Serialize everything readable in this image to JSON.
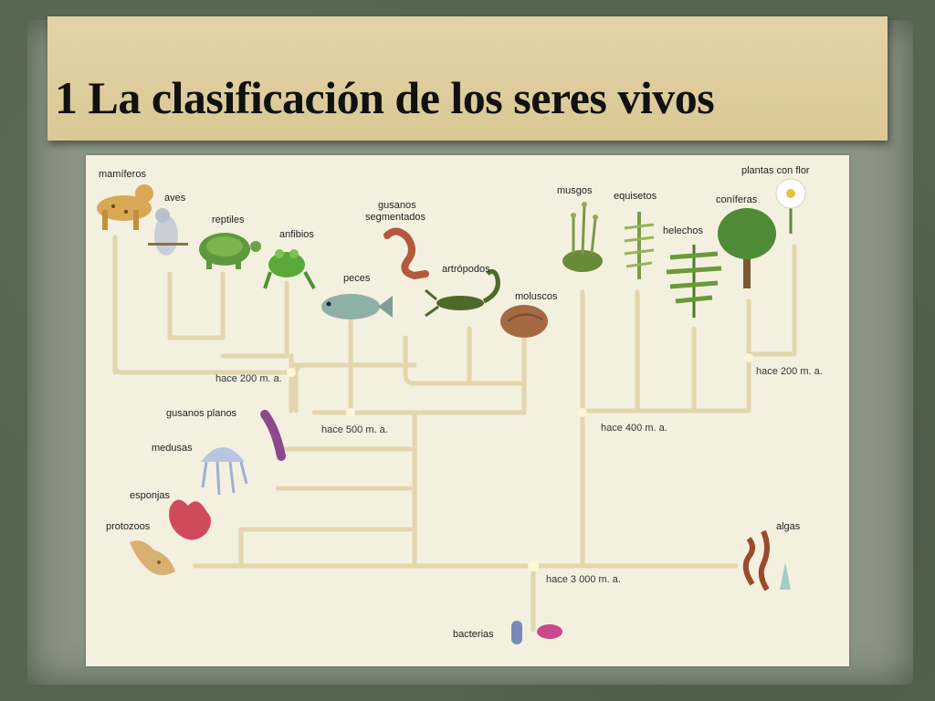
{
  "title": "1 La clasificación de los seres vivos",
  "diagram": {
    "labels": {
      "mamiferos": "mamíferos",
      "aves": "aves",
      "reptiles": "reptiles",
      "anfibios": "anfibios",
      "gusanos_segmentados_1": "gusanos",
      "gusanos_segmentados_2": "segmentados",
      "peces": "peces",
      "artropodos": "artrópodos",
      "moluscos": "moluscos",
      "musgos": "musgos",
      "equisetos": "equisetos",
      "helechos": "helechos",
      "coniferas": "coníferas",
      "plantas_con_flor": "plantas con flor",
      "gusanos_planos": "gusanos planos",
      "medusas": "medusas",
      "esponjas": "esponjas",
      "protozoos": "protozoos",
      "algas": "algas",
      "bacterias": "bacterias"
    },
    "ages": {
      "hace_200_left": "hace 200 m. a.",
      "hace_200_right": "hace 200 m. a.",
      "hace_500": "hace 500 m. a.",
      "hace_400": "hace 400 m. a.",
      "hace_3000": "hace 3 000 m. a."
    }
  }
}
